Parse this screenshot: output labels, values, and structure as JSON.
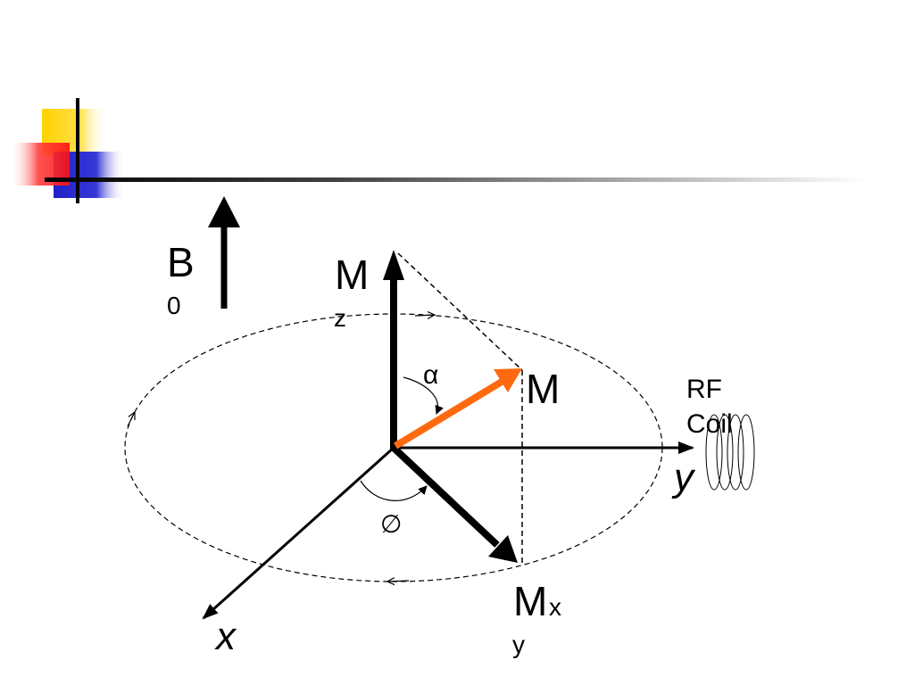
{
  "labels": {
    "b0_main": "B",
    "b0_sub": "0",
    "mz_main": "M",
    "mz_sub": "z",
    "m_vector": "M",
    "alpha": "α",
    "phi": "∅",
    "mxy_main": "M",
    "mxy_x": "x",
    "mxy_y": "y",
    "axis_y": "y",
    "axis_x": "x",
    "rf_line1": "RF",
    "rf_line2": "Coil"
  },
  "colors": {
    "deco_yellow": "#ffd200",
    "deco_red": "#ff2020",
    "deco_blue": "#2020c8",
    "axis": "#000000",
    "m_vector": "#ff6a10",
    "dashed": "#000000"
  },
  "icons": {
    "b0_arrow": "up-arrow-icon",
    "coil": "coil-loops-icon"
  }
}
